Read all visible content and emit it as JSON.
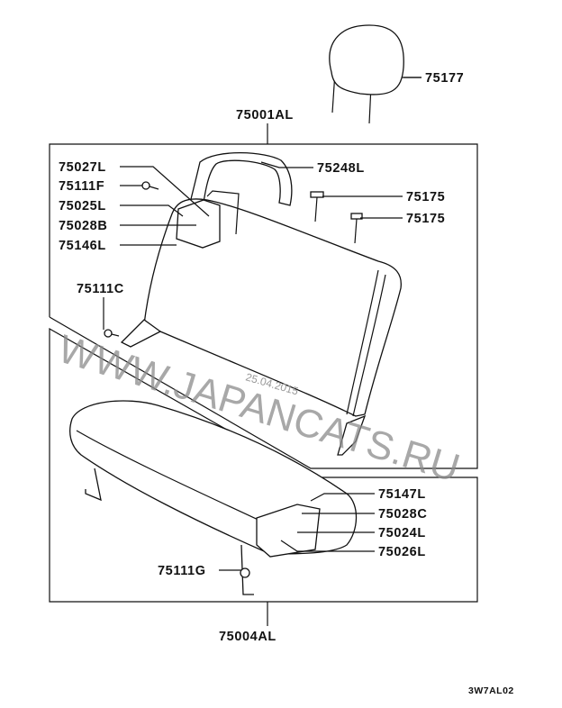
{
  "diagram": {
    "labels": {
      "headrest": "75177",
      "seatback_assy": "75001AL",
      "l75027": "75027L",
      "l75111f": "75111F",
      "l75025": "75025L",
      "l75028b": "75028B",
      "l75146": "75146L",
      "l75248": "75248L",
      "l75175a": "75175",
      "l75175b": "75175",
      "l75111c": "75111C",
      "l75147": "75147L",
      "l75028c": "75028C",
      "l75024": "75024L",
      "l75026": "75026L",
      "l75111g": "75111G",
      "cushion_assy": "75004AL"
    },
    "code": "3W7AL02"
  },
  "watermark": {
    "text": "WWW.JAPANCATS.RU",
    "date": "25.04.2015"
  }
}
